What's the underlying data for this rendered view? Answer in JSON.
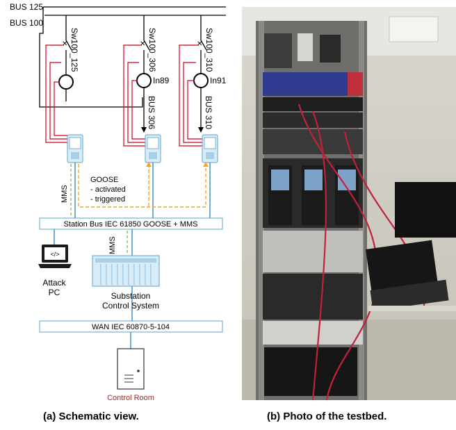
{
  "schematic": {
    "bus125_label": "BUS 125",
    "bus100_label": "BUS 100",
    "feeders": [
      {
        "switch_label": "Sw100_125",
        "meter_label": "",
        "bus_label": ""
      },
      {
        "switch_label": "Sw100_306",
        "meter_label": "In89",
        "bus_label": "BUS 306"
      },
      {
        "switch_label": "Sw100_310",
        "meter_label": "In91",
        "bus_label": "BUS 310"
      }
    ],
    "goose_lines": [
      "GOOSE",
      "- activated",
      "- triggered"
    ],
    "mms_label": "MMS",
    "mms_label_2": "MMS",
    "station_bus_label": "Station Bus IEC 61850 GOOSE + MMS",
    "attack_pc_lines": [
      "Attack",
      "PC"
    ],
    "scs_lines": [
      "Substation",
      "Control System"
    ],
    "wan_label": "WAN IEC 60870-5-104",
    "control_room_label": "Control Room",
    "colors": {
      "relay_wire": "#d0021b",
      "mms_link": "#4a90c2",
      "goose_link": "#f5a623",
      "mms_dash": "#7ab648",
      "device_fill": "#d8ecf7",
      "device_stroke": "#5ba3cf",
      "bus_box": "#5ba3cf"
    }
  },
  "photo": {
    "description_icon": "testbed-rack-photo"
  },
  "captions": {
    "a": "(a) Schematic view.",
    "b": "(b) Photo of the testbed."
  }
}
